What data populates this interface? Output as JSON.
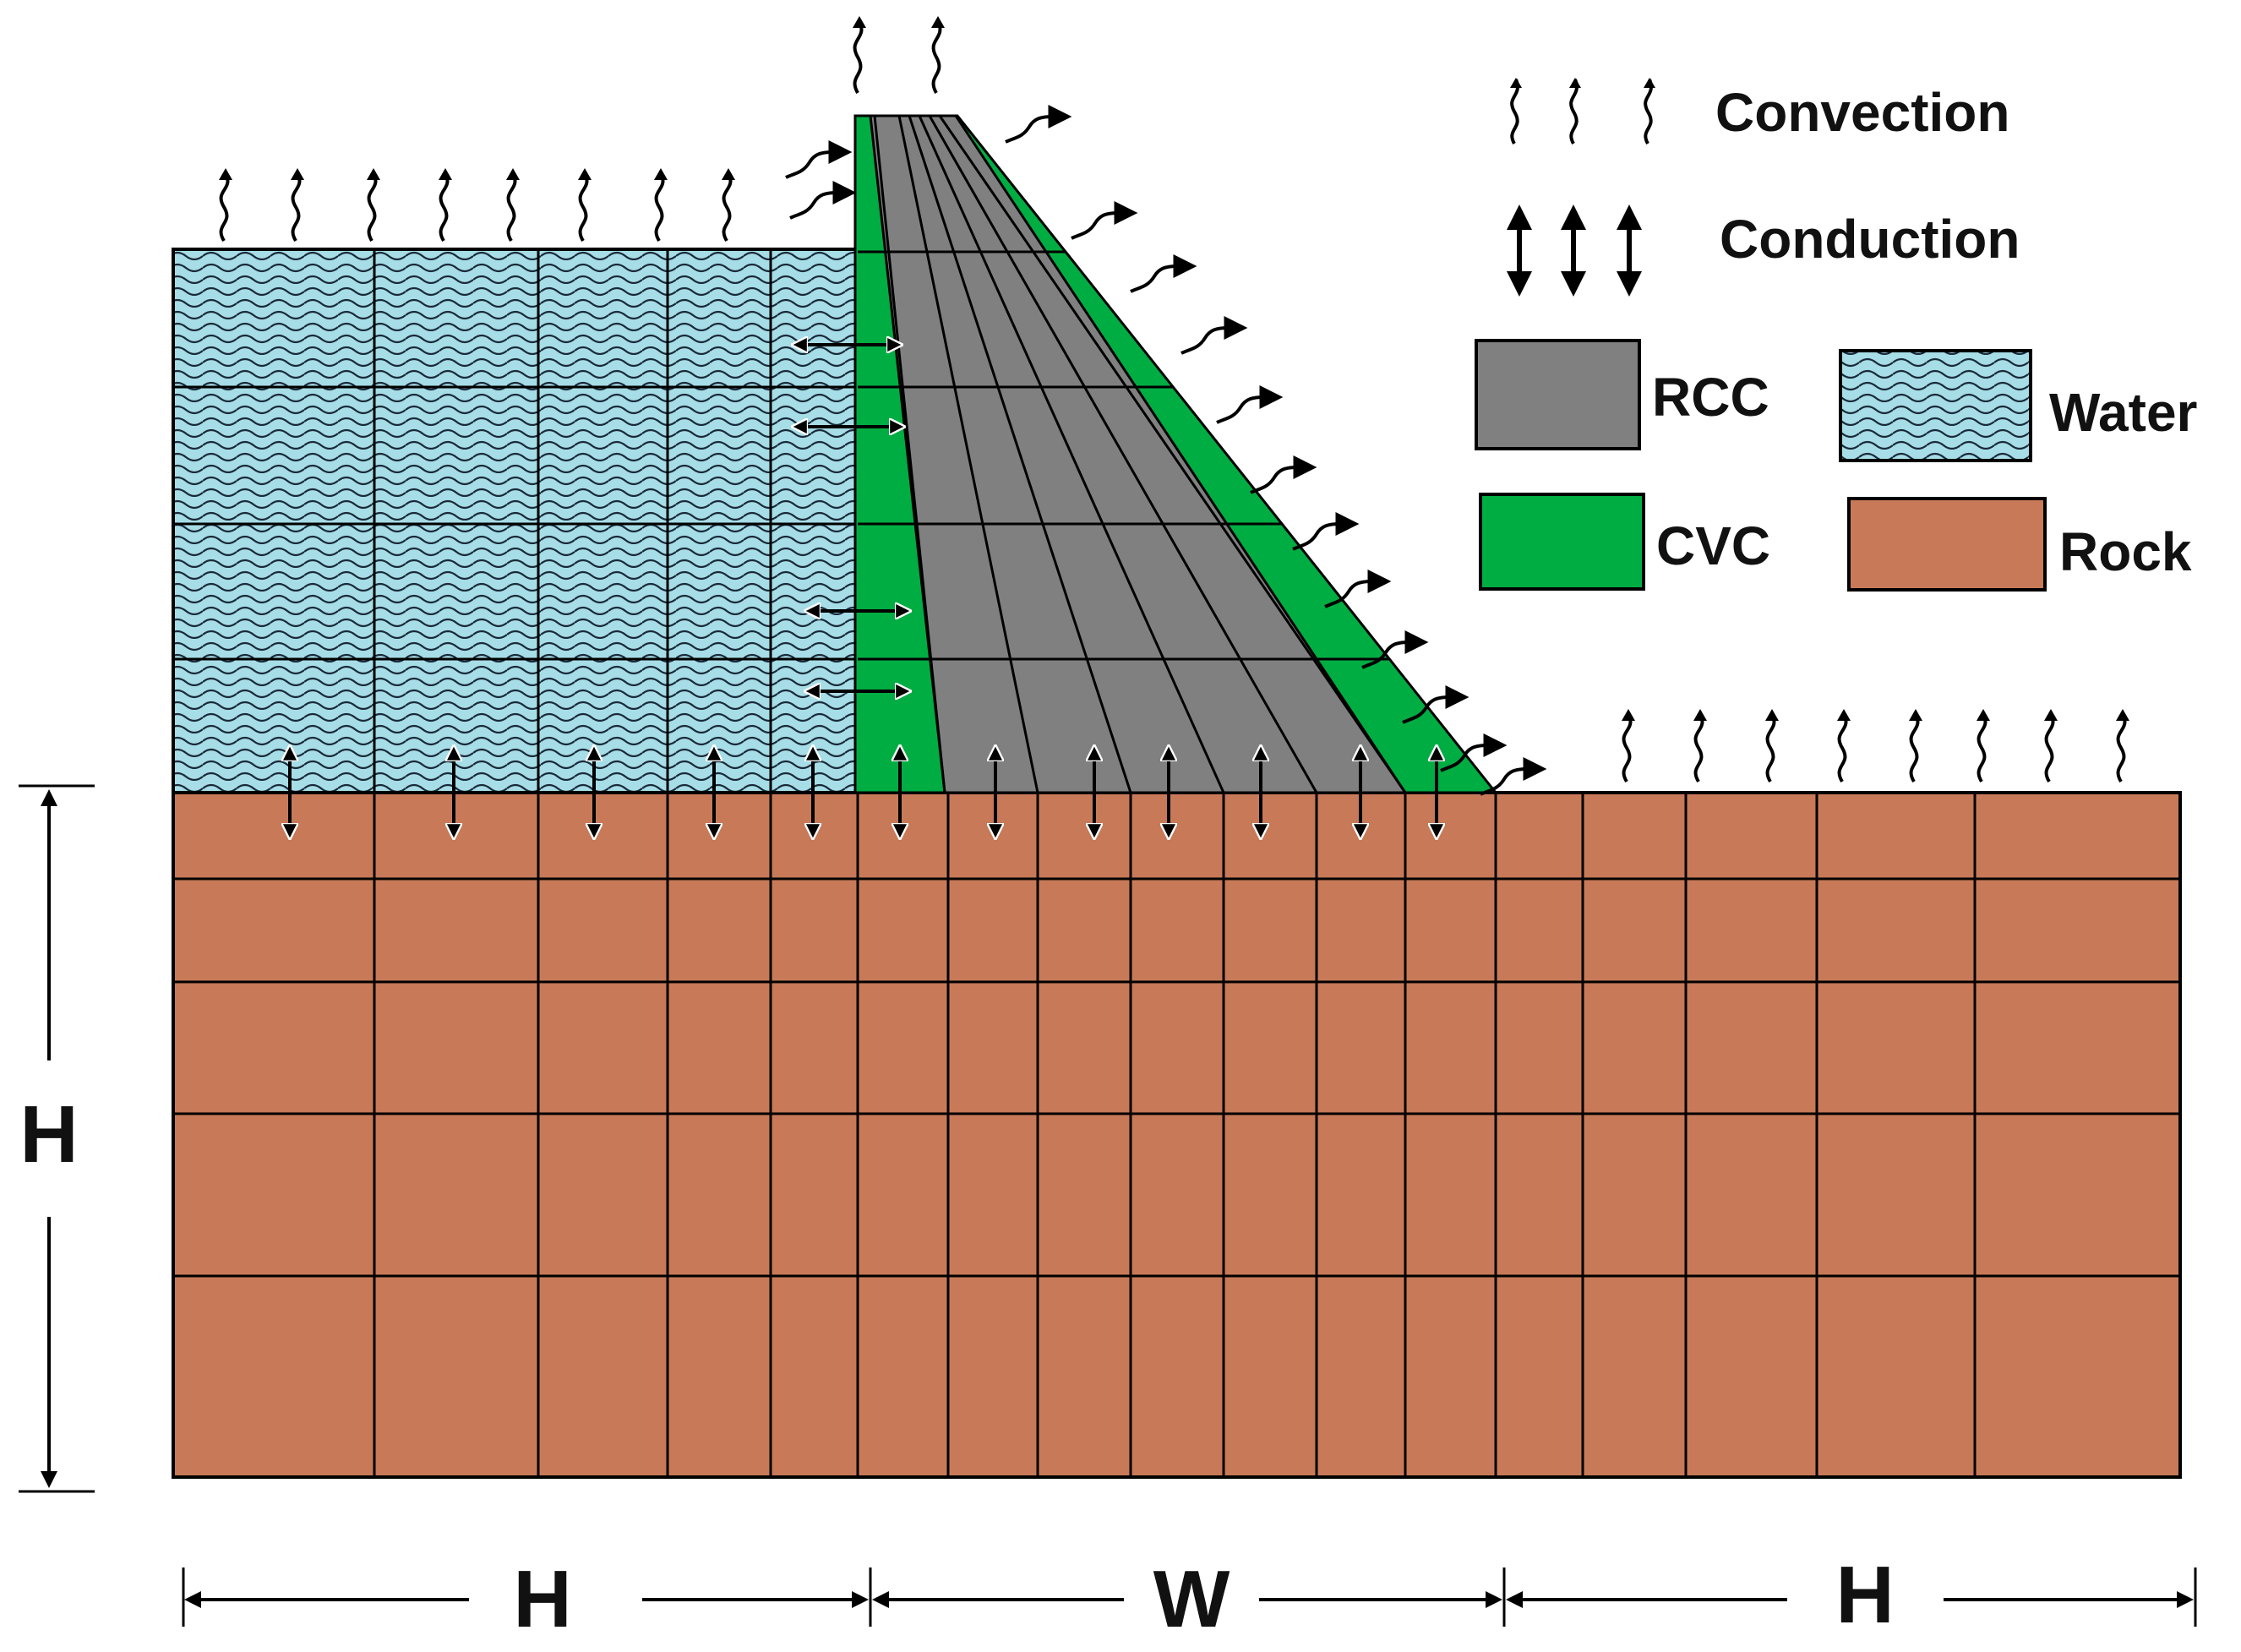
{
  "legend": {
    "convection": "Convection",
    "conduction": "Conduction",
    "rcc": "RCC",
    "water": "Water",
    "cvc": "CVC",
    "rock": "Rock"
  },
  "dimensions": {
    "left_height": "H",
    "bottom_left": "H",
    "bottom_middle": "W",
    "bottom_right": "H"
  },
  "colors": {
    "water": "#a6dde6",
    "rcc": "#808080",
    "cvc": "#00ad42",
    "rock": "#c87a58",
    "line": "#000000"
  }
}
